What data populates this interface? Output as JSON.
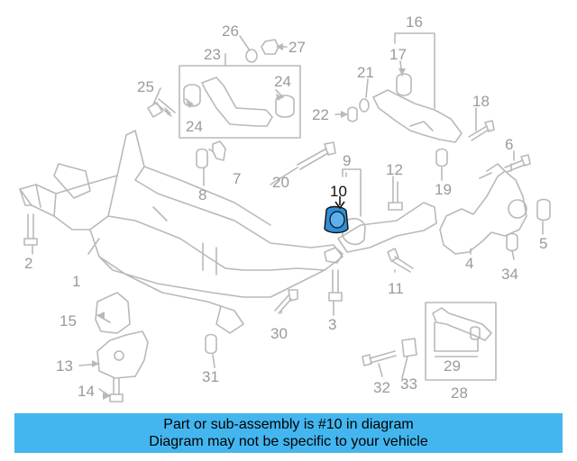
{
  "callouts": {
    "c1": "1",
    "c2": "2",
    "c3": "3",
    "c4": "4",
    "c5": "5",
    "c6": "6",
    "c7": "7",
    "c8": "8",
    "c9": "9",
    "c10": "10",
    "c11": "11",
    "c12": "12",
    "c13": "13",
    "c14": "14",
    "c15": "15",
    "c16": "16",
    "c17": "17",
    "c18": "18",
    "c19": "19",
    "c20": "20",
    "c21": "21",
    "c22": "22",
    "c23": "23",
    "c24a": "24",
    "c24b": "24",
    "c25": "25",
    "c26": "26",
    "c27": "27",
    "c28": "28",
    "c29": "29",
    "c30": "30",
    "c31": "31",
    "c32": "32",
    "c33": "33",
    "c34": "34"
  },
  "highlighted_part": "10",
  "colors": {
    "line": "#b9b9b9",
    "highlight_part": "#2f8fd6",
    "banner": "#44b6ef"
  },
  "banner": {
    "line1": "Part or sub-assembly is #10 in diagram",
    "line2": "Diagram may not be specific to your vehicle"
  }
}
